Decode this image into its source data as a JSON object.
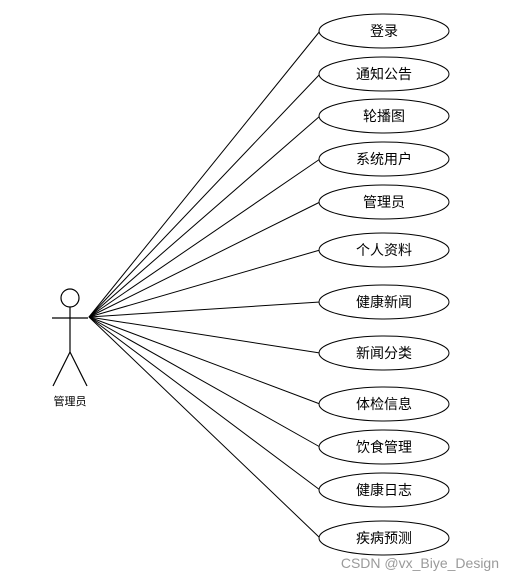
{
  "actor": {
    "label": "管理员"
  },
  "use_cases": [
    "登录",
    "通知公告",
    "轮播图",
    "系统用户",
    "管理员",
    "个人资料",
    "健康新闻",
    "新闻分类",
    "体检信息",
    "饮食管理",
    "健康日志",
    "疾病预测"
  ],
  "watermark": "CSDN @vx_Biye_Design"
}
